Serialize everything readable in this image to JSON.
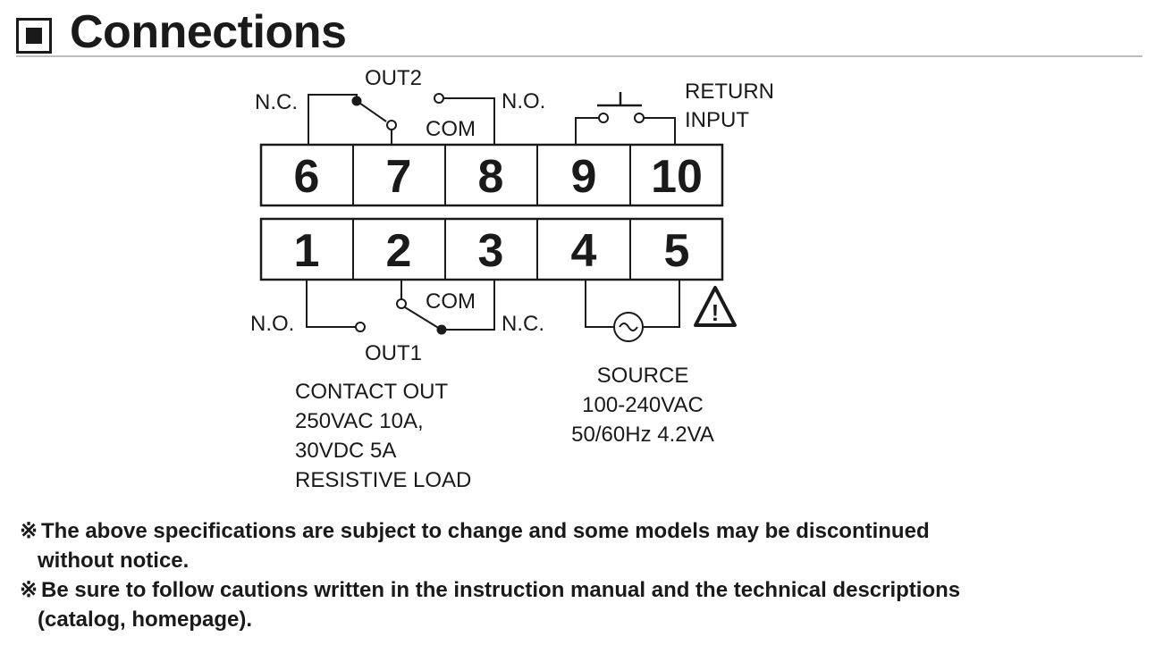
{
  "title": "Connections",
  "terminals_top": [
    "6",
    "7",
    "8",
    "9",
    "10"
  ],
  "terminals_bottom": [
    "1",
    "2",
    "3",
    "4",
    "5"
  ],
  "labels": {
    "out2": "OUT2",
    "out1": "OUT1",
    "nc_top": "N.C.",
    "no_top": "N.O.",
    "com_top": "COM",
    "return": "RETURN",
    "input": "INPUT",
    "no_bottom": "N.O.",
    "nc_bottom": "N.C.",
    "com_bottom": "COM",
    "warning_symbol": "!"
  },
  "contact_spec": [
    "CONTACT OUT",
    "250VAC 10A,",
    "30VDC 5A",
    "RESISTIVE LOAD"
  ],
  "source_spec": [
    "SOURCE",
    "100-240VAC",
    "50/60Hz 4.2VA"
  ],
  "notes": [
    {
      "mark": "※",
      "line1": "The above specifications are subject to change and some models may be discontinued",
      "line2": "without notice."
    },
    {
      "mark": "※",
      "line1": "Be sure to follow cautions written in the instruction manual and the technical descriptions",
      "line2": "(catalog, homepage)."
    }
  ],
  "colors": {
    "ink": "#1a1a1a",
    "rule": "#bdbdbd"
  },
  "icons": [
    "title-square-icon",
    "switch-icon",
    "ac-source-icon",
    "warning-icon"
  ]
}
